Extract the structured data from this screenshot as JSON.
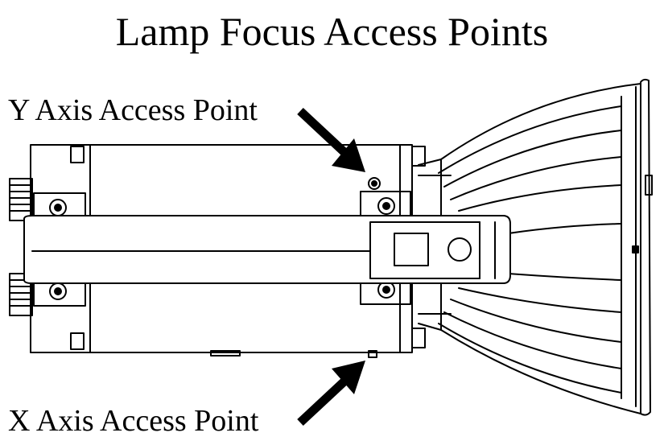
{
  "title": "Lamp Focus Access Points",
  "labels": {
    "y_axis": "Y Axis Access Point",
    "x_axis": "X Axis Access Point"
  }
}
